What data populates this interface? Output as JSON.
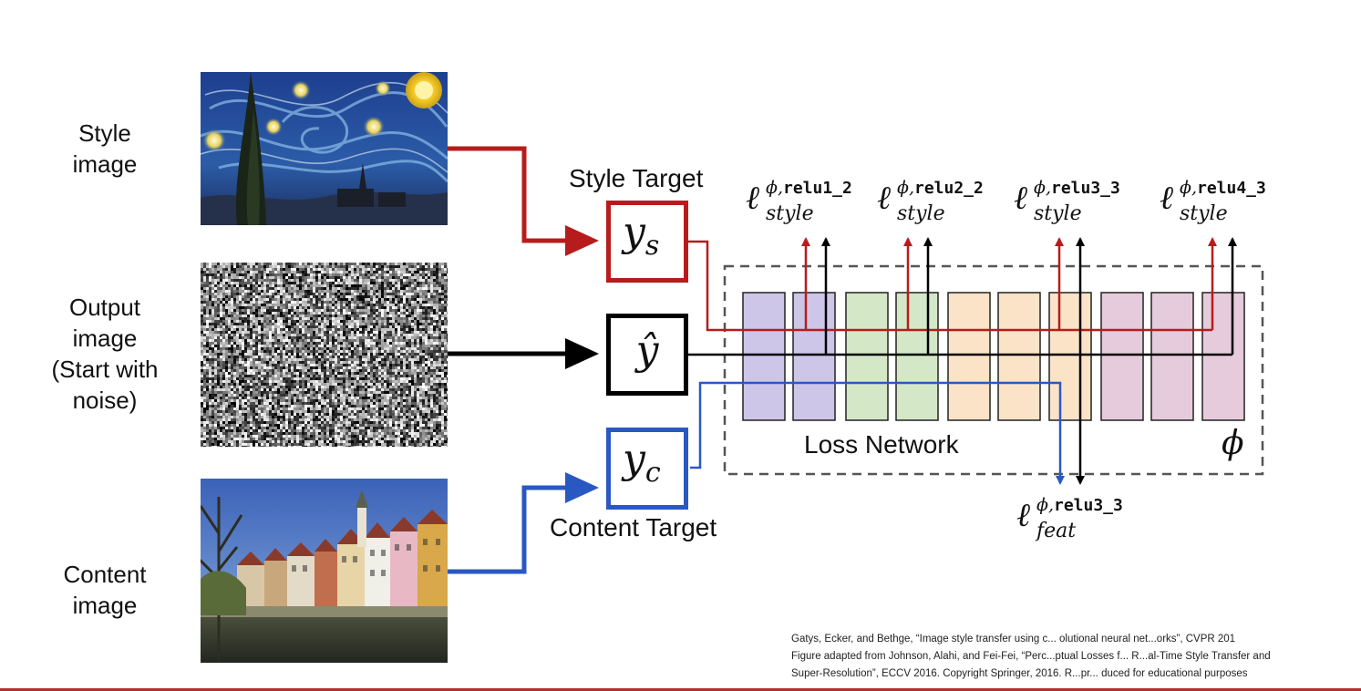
{
  "inputs": {
    "style": {
      "label_lines": [
        "Style",
        "image"
      ]
    },
    "output": {
      "label_lines": [
        "Output",
        "image",
        "(Start with",
        "noise)"
      ]
    },
    "content": {
      "label_lines": [
        "Content",
        "image"
      ]
    }
  },
  "targets": {
    "style": {
      "title": "Style Target",
      "symbol": "y",
      "subscript": "s",
      "color": "#b71c1c"
    },
    "output": {
      "symbol": "ŷ",
      "color": "#000000"
    },
    "content": {
      "title": "Content Target",
      "symbol": "y",
      "subscript": "c",
      "color": "#2a58c2"
    }
  },
  "loss_network": {
    "caption": "Loss Network",
    "phi": "ϕ",
    "layer_colors": [
      "#cdc6e8",
      "#cdc6e8",
      "#d4e8c8",
      "#d4e8c8",
      "#fbe3c8",
      "#fbe3c8",
      "#fbe3c8",
      "#e6cbdc",
      "#e6cbdc",
      "#e6cbdc"
    ]
  },
  "style_losses": [
    {
      "ell": "ℓ",
      "sup_phi": "ϕ,",
      "sup_layer": "relu1_2",
      "sub": "style"
    },
    {
      "ell": "ℓ",
      "sup_phi": "ϕ,",
      "sup_layer": "relu2_2",
      "sub": "style"
    },
    {
      "ell": "ℓ",
      "sup_phi": "ϕ,",
      "sup_layer": "relu3_3",
      "sub": "style"
    },
    {
      "ell": "ℓ",
      "sup_phi": "ϕ,",
      "sup_layer": "relu4_3",
      "sub": "style"
    }
  ],
  "feature_loss": {
    "ell": "ℓ",
    "sup_phi": "ϕ,",
    "sup_layer": "relu3_3",
    "sub": "feat"
  },
  "citation": {
    "lines": [
      "Gatys, Ecker, and Bethge, “Image style transfer using c... olutional neural net...orks”, CVPR 201",
      "Figure adapted from Johnson, Alahi, and Fei-Fei, “Perc...ptual Losses f... R...al-Time Style Transfer and",
      "Super-Resolution”, ECCV 2016. Copyright Springer, 2016. R...pr... duced for educational purposes"
    ]
  },
  "colors": {
    "style_path": "#b71c1c",
    "content_path": "#2a58c2",
    "output_path": "#000000",
    "accent_rule": "#b03030"
  }
}
